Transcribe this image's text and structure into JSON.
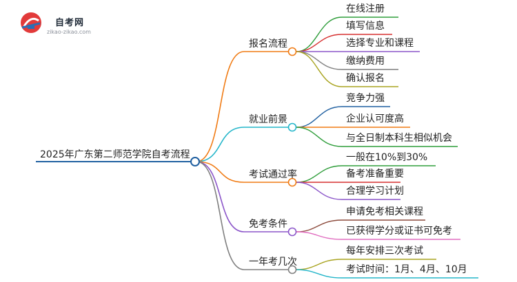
{
  "logo": {
    "name": "自考网",
    "url": "zikao-zikao.com",
    "colors": {
      "primary": "#e23a3a",
      "secondary": "#2a6fb5"
    }
  },
  "mindmap": {
    "root": {
      "label": "2025年广东第二师范学院自考流程",
      "color": "#1f5fa0"
    },
    "branches": [
      {
        "label": "报名流程",
        "color": "#f07a12",
        "children": [
          {
            "label": "在线注册",
            "color": "#2e9d3a"
          },
          {
            "label": "填写信息",
            "color": "#d62f2f"
          },
          {
            "label": "选择专业和课程",
            "color": "#8b55c9"
          },
          {
            "label": "缴纳费用",
            "color": "#7f7f7f"
          },
          {
            "label": "确认报名",
            "color": "#a8a31e"
          }
        ]
      },
      {
        "label": "就业前景",
        "color": "#22b5c9",
        "children": [
          {
            "label": "竞争力强",
            "color": "#1f5fa0"
          },
          {
            "label": "企业认可度高",
            "color": "#f07a12"
          },
          {
            "label": "与全日制本科生相似机会",
            "color": "#2e9d3a"
          }
        ]
      },
      {
        "label": "考试通过率",
        "color": "#f07a12",
        "children": [
          {
            "label": "一般在10%到30%",
            "color": "#2e9d3a"
          },
          {
            "label": "备考准备重要",
            "color": "#d62f2f"
          },
          {
            "label": "合理学习计划",
            "color": "#8b55c9"
          }
        ]
      },
      {
        "label": "免考条件",
        "color": "#8b55c9",
        "children": [
          {
            "label": "申请免考相关课程",
            "color": "#8c4a3c"
          },
          {
            "label": "已获得学分或证书可免考",
            "color": "#e06bbf"
          }
        ]
      },
      {
        "label": "一年考几次",
        "color": "#7f7f7f",
        "children": [
          {
            "label": "每年安排三次考试",
            "color": "#a8a31e"
          },
          {
            "label": "考试时间：1月、4月、10月",
            "color": "#22b5c9"
          }
        ]
      }
    ]
  }
}
